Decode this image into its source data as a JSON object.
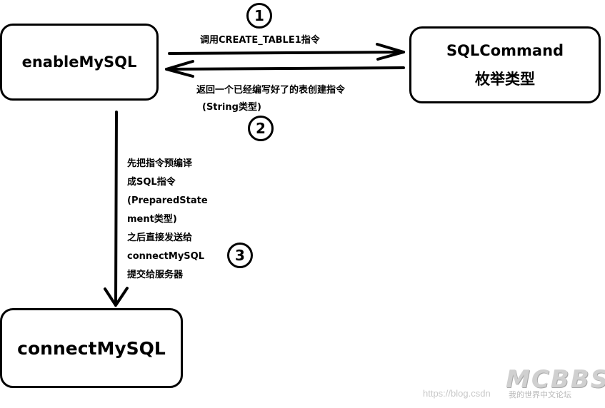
{
  "boxes": {
    "enable": "enableMySQL",
    "sqlcommand_line1": "SQLCommand",
    "sqlcommand_line2": "枚举类型",
    "connect": "connectMySQL"
  },
  "arrows": {
    "call_label": "调用CREATE_TABLE1指令",
    "return_label_line1": "返回一个已经编写好了的表创建指令",
    "return_label_line2": "(String类型)",
    "step3_lines": [
      "先把指令预编译",
      "成SQL指令",
      "(PreparedState",
      "ment类型)",
      "之后直接发送给",
      "connectMySQL",
      "提交给服务器"
    ]
  },
  "step_numbers": [
    "1",
    "2",
    "3"
  ],
  "watermark": {
    "url": "https://blog.csdn",
    "logo": "MCBBS",
    "sub": "我的世界中文论坛"
  }
}
